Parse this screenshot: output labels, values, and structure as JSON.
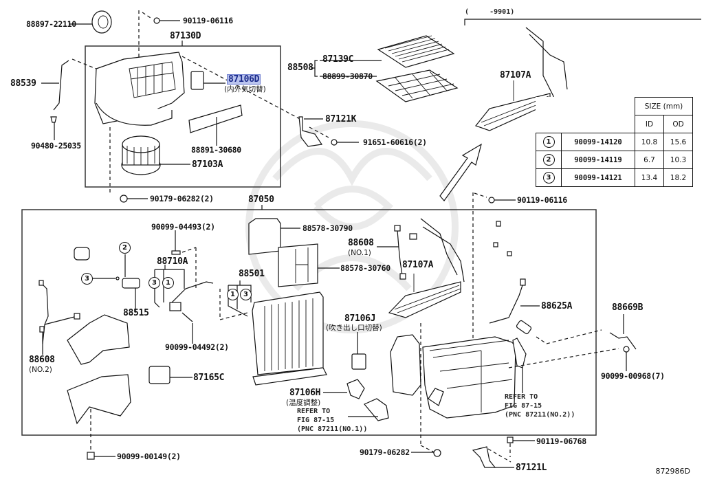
{
  "diagram": {
    "figure_id": "872986D",
    "highlight_color": "#b9c3ee",
    "range_note": "(     -9901)",
    "groups": {
      "blower_assy": "87130D",
      "heater_radiator_unit": "87050"
    },
    "parts": {
      "seal_top": "88897-22110",
      "screw_top": "90119-06116",
      "blower_assy": "87130D",
      "hose_left": "88539",
      "clip_left": "90480-25035",
      "servo_air_inlet": "87106D",
      "servo_air_inlet_desc": "(内外気切替)",
      "blower_motor": "87103A",
      "bracket_plate": "88891-30680",
      "nut_blower": "90179-06282(2)",
      "filter_set": "88508",
      "filter_case": "87139C",
      "filter_element": "88899-30870",
      "bracket_k": "87121K",
      "screw_bracket_k": "91651-60616(2)",
      "heater_core_top": "87107A",
      "screw_right_top": "90119-06116",
      "unit_assy": "87050",
      "bolt_pipe_top": "90099-04493(2)",
      "pipe_88710a": "88710A",
      "expansion_valve": "88515",
      "bolt_pipe_bottom": "90099-04492(2)",
      "evaporator": "88501",
      "packing_1": "88578-30790",
      "packing_2": "88578-30760",
      "wire_no1": "88608",
      "wire_no1_desc": "(NO.1)",
      "heater_core": "87107A",
      "servo_mode": "87106J",
      "servo_mode_desc": "(吹き出し口切替)",
      "thermistor": "88625A",
      "drain_hose": "88669B",
      "wire_no2": "88608",
      "wire_no2_desc": "(NO.2)",
      "resistor": "87165C",
      "servo_temp": "87106H",
      "servo_temp_desc": "(温度調整)",
      "screw_drain": "90099-00968(7)",
      "bolt_bottom_left": "90099-00149(2)",
      "nut_bottom": "90179-06282",
      "screw_bottom_right": "90119-06768",
      "bracket_l": "87121L"
    },
    "refer_notes": {
      "no1": "REFER TO\nFIG 87-15\n(PNC 87211(NO.1))",
      "no2": "REFER TO\nFIG 87-15\n(PNC 87211(NO.2))"
    },
    "callouts": {
      "c1": "1",
      "c2": "2",
      "c3": "3"
    }
  },
  "size_table": {
    "header": "SIZE (mm)",
    "col_id": "ID",
    "col_od": "OD",
    "rows": [
      {
        "ref": "1",
        "part": "90099-14120",
        "id": "10.8",
        "od": "15.6"
      },
      {
        "ref": "2",
        "part": "90099-14119",
        "id": "6.7",
        "od": "10.3"
      },
      {
        "ref": "3",
        "part": "90099-14121",
        "id": "13.4",
        "od": "18.2"
      }
    ]
  }
}
